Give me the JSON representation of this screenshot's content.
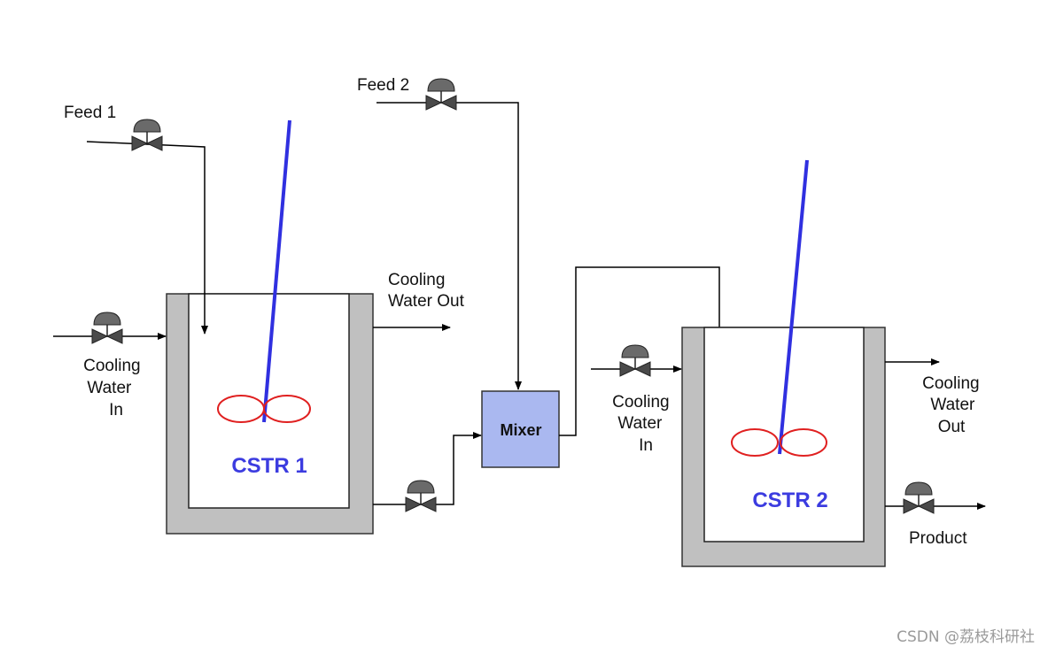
{
  "labels": {
    "feed1": "Feed 1",
    "feed2": "Feed 2",
    "cooling_water_out_1": [
      "Cooling",
      "Water Out"
    ],
    "cooling_water_in_1": [
      "Cooling",
      "Water",
      "In"
    ],
    "cooling_water_in_2": [
      "Cooling",
      "Water",
      "In"
    ],
    "cooling_water_out_2": [
      "Cooling",
      "Water",
      "Out"
    ],
    "product": "Product",
    "mixer": "Mixer",
    "cstr1": "CSTR 1",
    "cstr2": "CSTR 2"
  },
  "colors": {
    "jacket": "#c0c0c0",
    "mixer_fill": "#aab8f0",
    "reactor_label": "#3c3ce0",
    "shaft": "#3030e0",
    "impeller": "#e02020",
    "valve": "#555555",
    "pipe": "#000000"
  },
  "icons": {
    "valve": "control-valve-icon",
    "agitator": "agitator-icon"
  },
  "watermark": "CSDN @荔枝科研社"
}
